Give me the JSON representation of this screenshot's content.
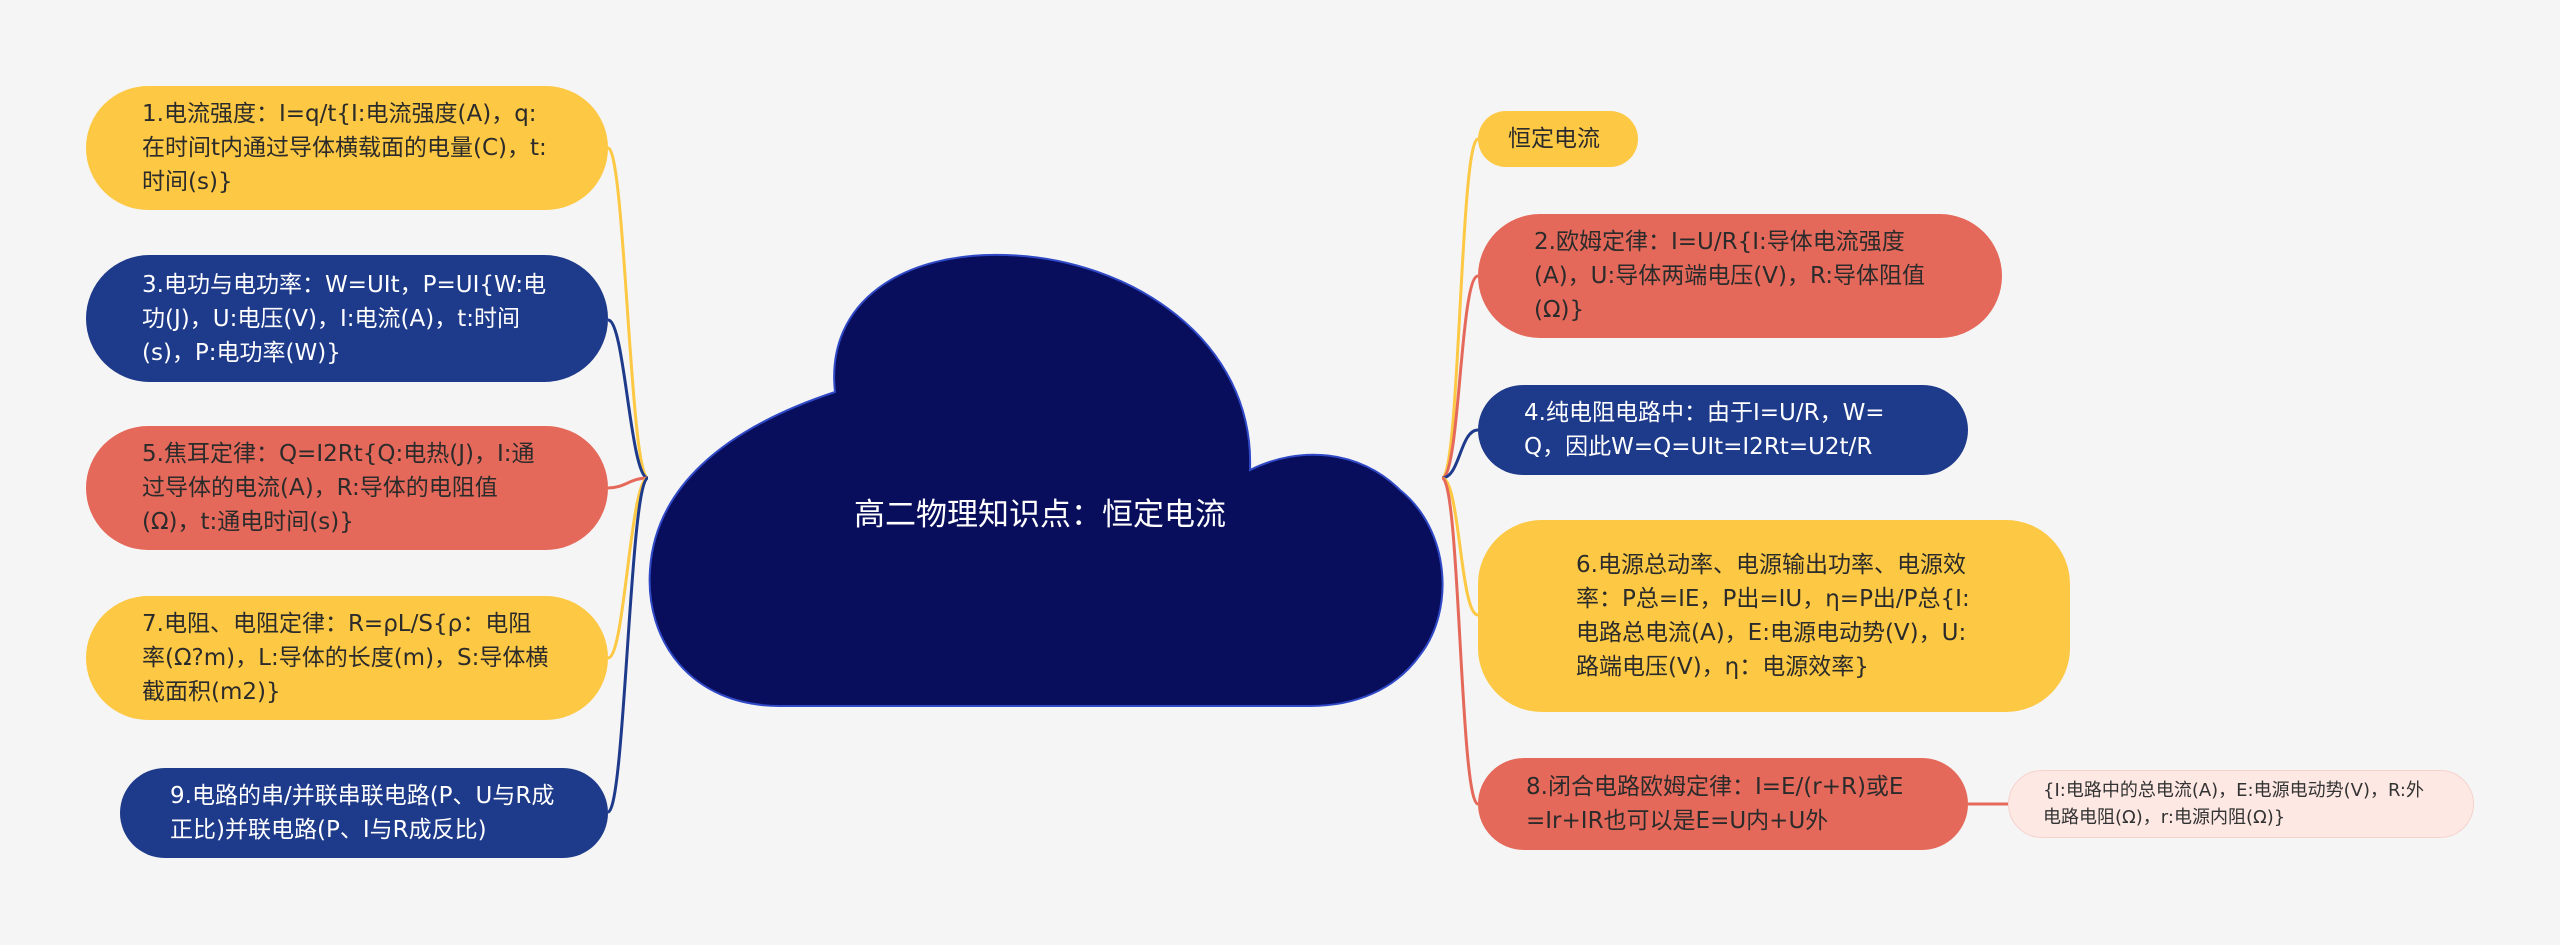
{
  "colors": {
    "background": "#f5f5f5",
    "cloud": "#080e5b",
    "yellow": "#fdc843",
    "blue": "#1e3a8a",
    "red": "#e5695a",
    "pink": "#fde8e4"
  },
  "center": {
    "title": "高二物理知识点：恒定电流"
  },
  "left_nodes": [
    {
      "text": "1.电流强度：I=q/t{I:电流强度(A)，q:在时间t内通过导体横载面的电量(C)，t:时间(s)}",
      "color": "yellow"
    },
    {
      "text": "3.电功与电功率：W=UIt，P=UI{W:电功(J)，U:电压(V)，I:电流(A)，t:时间(s)，P:电功率(W)}",
      "color": "blue"
    },
    {
      "text": "5.焦耳定律：Q=I2Rt{Q:电热(J)，I:通过导体的电流(A)，R:导体的电阻值(Ω)，t:通电时间(s)}",
      "color": "red"
    },
    {
      "text": "7.电阻、电阻定律：R=ρL/S{ρ：电阻率(Ω?m)，L:导体的长度(m)，S:导体横截面积(m2)}",
      "color": "yellow"
    },
    {
      "text": "9.电路的串/并联串联电路(P、U与R成正比)并联电路(P、I与R成反比)",
      "color": "blue"
    }
  ],
  "right_nodes": [
    {
      "text": "恒定电流",
      "color": "yellow"
    },
    {
      "text": "2.欧姆定律：I=U/R{I:导体电流强度(A)，U:导体两端电压(V)，R:导体阻值(Ω)}",
      "color": "red"
    },
    {
      "text": "4.纯电阻电路中：由于I=U/R，W=Q，因此W=Q=UIt=I2Rt=U2t/R",
      "color": "blue"
    },
    {
      "text": "6.电源总动率、电源输出功率、电源效率：P总=IE，P出=IU，η=P出/P总{I:电路总电流(A)，E:电源电动势(V)，U:路端电压(V)，η：电源效率}",
      "color": "yellow"
    },
    {
      "text": "8.闭合电路欧姆定律：I=E/(r+R)或E=Ir+IR也可以是E=U内+U外",
      "color": "red"
    }
  ],
  "sub_node": {
    "text": "{I:电路中的总电流(A)，E:电源电动势(V)，R:外电路电阻(Ω)，r:电源内阻(Ω)}",
    "color": "pink"
  }
}
